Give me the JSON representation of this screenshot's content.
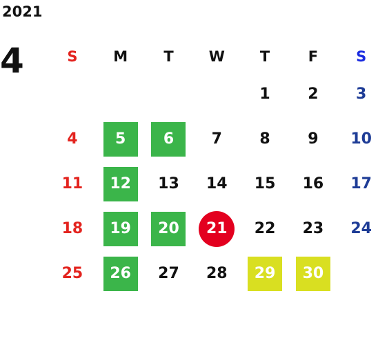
{
  "calendar": {
    "year": "2021",
    "month": "4",
    "weekdays": [
      "S",
      "M",
      "T",
      "W",
      "T",
      "F",
      "S"
    ],
    "days": [
      "",
      "",
      "",
      "",
      "1",
      "2",
      "3",
      "4",
      "5",
      "6",
      "7",
      "8",
      "9",
      "10",
      "11",
      "12",
      "13",
      "14",
      "15",
      "16",
      "17",
      "18",
      "19",
      "20",
      "21",
      "22",
      "23",
      "24",
      "25",
      "26",
      "27",
      "28",
      "29",
      "30",
      ""
    ],
    "highlight_colors": {
      "green": "#3bb54a",
      "yellow": "#d9df21",
      "red_circle": "#e3001f",
      "sunday": "#e3231e",
      "saturday": "#1e3c96"
    }
  }
}
